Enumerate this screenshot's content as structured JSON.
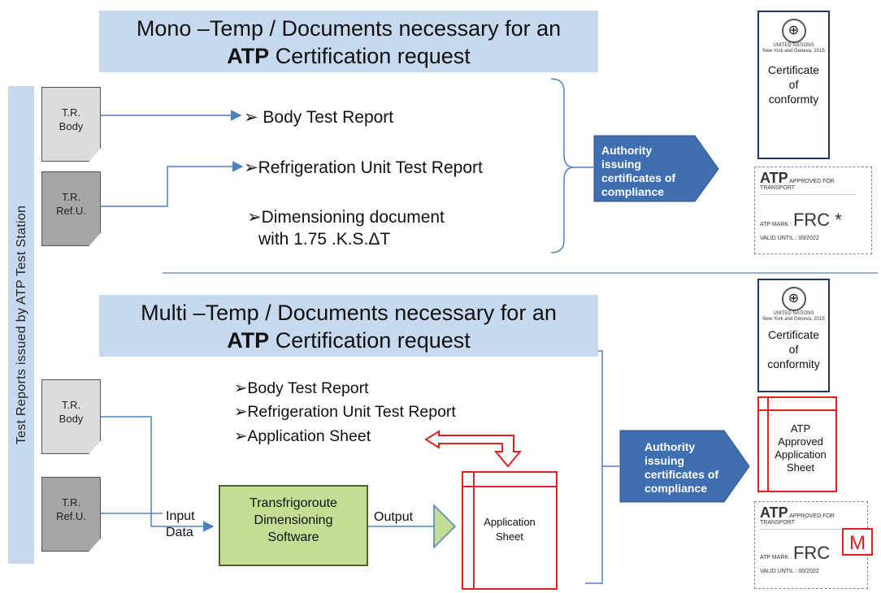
{
  "side_label": "Test Reports issued by ATP Test Station",
  "mono": {
    "title_line1": "Mono –Temp /   Documents necessary  for an",
    "title_bold": "ATP",
    "title_rest": " Certification request",
    "doc_body": [
      "T.R.",
      "Body"
    ],
    "doc_ref": [
      "T.R.",
      "Ref.U."
    ],
    "items": [
      "➢ Body Test Report",
      "➢Refrigeration Unit Test Report",
      "➢Dimensioning  document",
      "with 1.75 .K.S.ΔT"
    ],
    "authority": [
      "Authority",
      "issuing",
      "certificates of",
      "compliance"
    ],
    "certificate": [
      "Certificate",
      "of",
      "conformty"
    ],
    "plate": {
      "atp": "ATP",
      "mark": "FRC *"
    }
  },
  "multi": {
    "title_line1": "Multi –Temp /   Documents necessary  for an",
    "title_bold": "ATP",
    "title_rest": " Certification request",
    "doc_body": [
      "T.R.",
      "Body"
    ],
    "doc_ref": [
      "T.R.",
      "Ref.U."
    ],
    "items": [
      "➢Body Test Report",
      "➢Refrigeration Unit Test Report",
      "➢Application Sheet"
    ],
    "input_label": [
      "Input",
      "Data"
    ],
    "software": [
      "Transfrigoroute",
      "Dimensioning",
      "Software"
    ],
    "output_label": "Output",
    "application_sheet": [
      "Application",
      "Sheet"
    ],
    "authority": [
      "Authority",
      "issuing",
      "certificates of",
      "compliance"
    ],
    "certificate": [
      "Certificate",
      "of",
      "conformity"
    ],
    "atp_sheet": [
      "ATP",
      "Approved",
      "Application",
      "Sheet"
    ],
    "plate": {
      "atp": "ATP",
      "mark": "FRC",
      "badge": "M"
    }
  },
  "un_text": [
    "UNITED NATIONS",
    "New York and Geneva, 2015"
  ],
  "colors": {
    "title_bg": "#c6d9ee",
    "authority": "#3f6fb0",
    "software_bg": "#c4dd95",
    "red": "#e02020",
    "line": "#4f81bd"
  }
}
